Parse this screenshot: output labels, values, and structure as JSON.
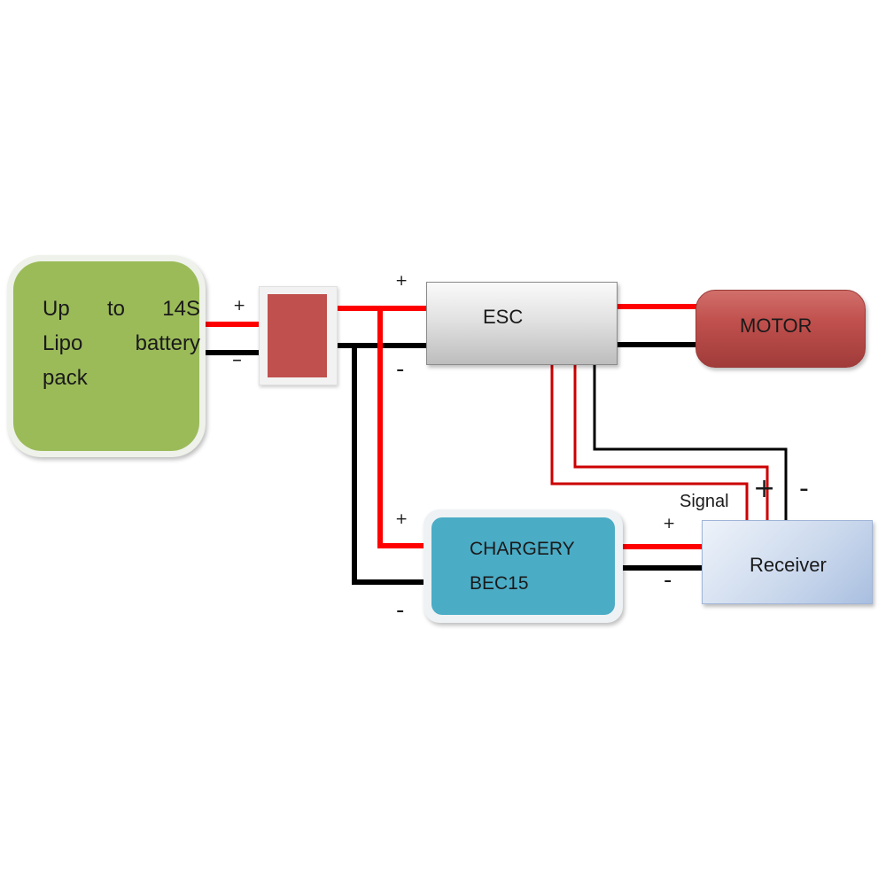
{
  "battery": {
    "line1": [
      "Up",
      "to",
      "14S"
    ],
    "line2": [
      "Lipo",
      "battery"
    ],
    "line3": [
      "pack"
    ],
    "color": "#9bbb59"
  },
  "connector": {
    "color": "#c0504d"
  },
  "esc": {
    "label": "ESC"
  },
  "motor": {
    "label": "MOTOR",
    "color": "#c0504d"
  },
  "bec": {
    "line1": "CHARGERY",
    "line2": "BEC15",
    "color": "#4bacc6"
  },
  "receiver": {
    "label": "Receiver"
  },
  "wire_labels": {
    "signal": "Signal",
    "plus": "+",
    "minus": "-",
    "battery_minus": "–"
  },
  "colors": {
    "positive_wire": "#ff0000",
    "negative_wire": "#000000"
  }
}
